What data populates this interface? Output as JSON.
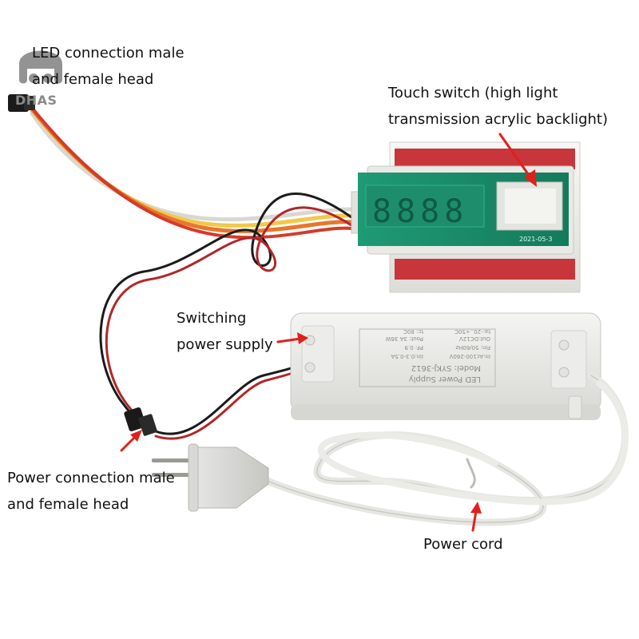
{
  "labels": {
    "led_connection": [
      "LED connection male",
      "and female head"
    ],
    "touch_switch": [
      "Touch switch (high light",
      "transmission acrylic backlight)"
    ],
    "switching_power": [
      "Switching",
      "power supply"
    ],
    "power_connection": [
      "Power connection male",
      "and female head"
    ],
    "power_cord": "Power cord"
  },
  "logo": {
    "text": "DHAS"
  },
  "display": {
    "date_stamp": "2021-05-3"
  },
  "power_supply_label": {
    "title": "LED Power Supply",
    "model": "Model: SYKJ-3612",
    "lines": [
      "In:Ac100-260V",
      "Iin:0.3-0.5A",
      "Fin: 50/60Hz",
      "PF: 0.9",
      "Out:DC12V",
      "Pout: 3A 36W",
      "ta:-20..+50C",
      "tc: 80C"
    ]
  },
  "colors": {
    "arrow": "#e0201c",
    "case": "#f1f1ee",
    "display_green": "#1c8a6a",
    "tape_red": "#c8353a"
  }
}
